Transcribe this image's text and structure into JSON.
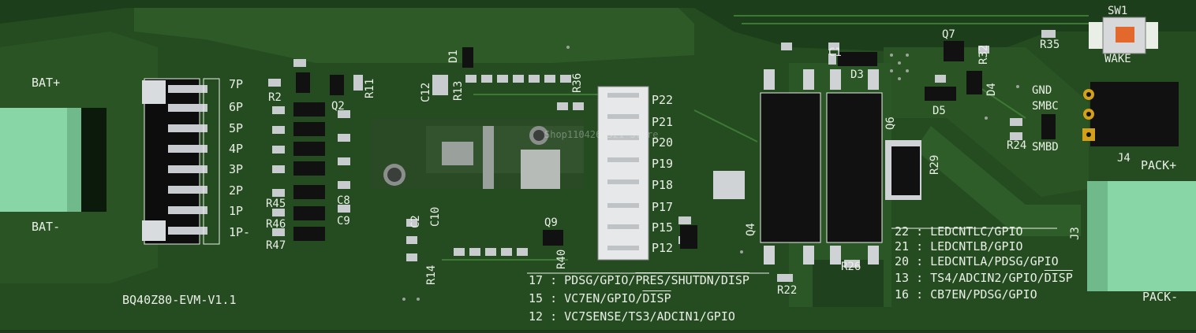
{
  "board": {
    "name": "BQ40Z80-EVM-V1.1",
    "colors": {
      "pcb": "#23491f",
      "copper": "#2f5f28",
      "silk": "#e9efe6",
      "terminal": "#88d6a5",
      "pad": "#b8bcc0",
      "ic": "#161616",
      "gold": "#d4a017"
    }
  },
  "connectors": {
    "bat_plus": "BAT+",
    "bat_minus": "BAT-",
    "pack_plus": "PACK+",
    "pack_minus": "PACK-",
    "j3": "J3",
    "j4": "J4",
    "j4_pins": [
      "GND",
      "SMBC",
      "SMBD"
    ]
  },
  "cell_taps": [
    "7P",
    "6P",
    "5P",
    "4P",
    "3P",
    "2P",
    "1P",
    "1P-"
  ],
  "pins_right": [
    "P22",
    "P21",
    "P20",
    "P19",
    "P18",
    "P17",
    "P15",
    "P12"
  ],
  "switch": {
    "ref": "SW1",
    "label": "WAKE"
  },
  "components": [
    {
      "ref": "R2"
    },
    {
      "ref": "Q2"
    },
    {
      "ref": "R11"
    },
    {
      "ref": "D1"
    },
    {
      "ref": "C12"
    },
    {
      "ref": "R13"
    },
    {
      "ref": "R36"
    },
    {
      "ref": "R45"
    },
    {
      "ref": "R46"
    },
    {
      "ref": "R47"
    },
    {
      "ref": "C8"
    },
    {
      "ref": "C9"
    },
    {
      "ref": "C2"
    },
    {
      "ref": "C10"
    },
    {
      "ref": "R14"
    },
    {
      "ref": "Q9"
    },
    {
      "ref": "R40"
    },
    {
      "ref": "Q4"
    },
    {
      "ref": "R22"
    },
    {
      "ref": "R26"
    },
    {
      "ref": "Q6"
    },
    {
      "ref": "R29"
    },
    {
      "ref": "D3"
    },
    {
      "ref": "Q7"
    },
    {
      "ref": "R32"
    },
    {
      "ref": "D4"
    },
    {
      "ref": "D5"
    },
    {
      "ref": "R35"
    },
    {
      "ref": "R24"
    },
    {
      "ref": "C1"
    }
  ],
  "pin_legend_left": [
    {
      "num": "17",
      "text": "PDSG/GPIO/",
      "over": "PRES/SHUTDN/DISP",
      "tail": ""
    },
    {
      "num": "15",
      "text": "VC7EN/GPIO/",
      "over": "DISP",
      "tail": ""
    },
    {
      "num": "12",
      "text": "VC7SENSE/TS3/ADCIN1/GPIO",
      "over": "",
      "tail": ""
    }
  ],
  "pin_legend_right": [
    {
      "num": "22",
      "text": "LEDCNTLC/GPIO",
      "over": ""
    },
    {
      "num": "21",
      "text": "LEDCNTLB/GPIO",
      "over": ""
    },
    {
      "num": "20",
      "text": "LEDCNTLA/PDSG/GPIO",
      "over": ""
    },
    {
      "num": "13",
      "text": "TS4/ADCIN2/GPIO/",
      "over": "DISP"
    },
    {
      "num": "16",
      "text": "CB7EN/PDSG/GPIO",
      "over": ""
    }
  ],
  "watermark": "Shop1104263521 Store"
}
